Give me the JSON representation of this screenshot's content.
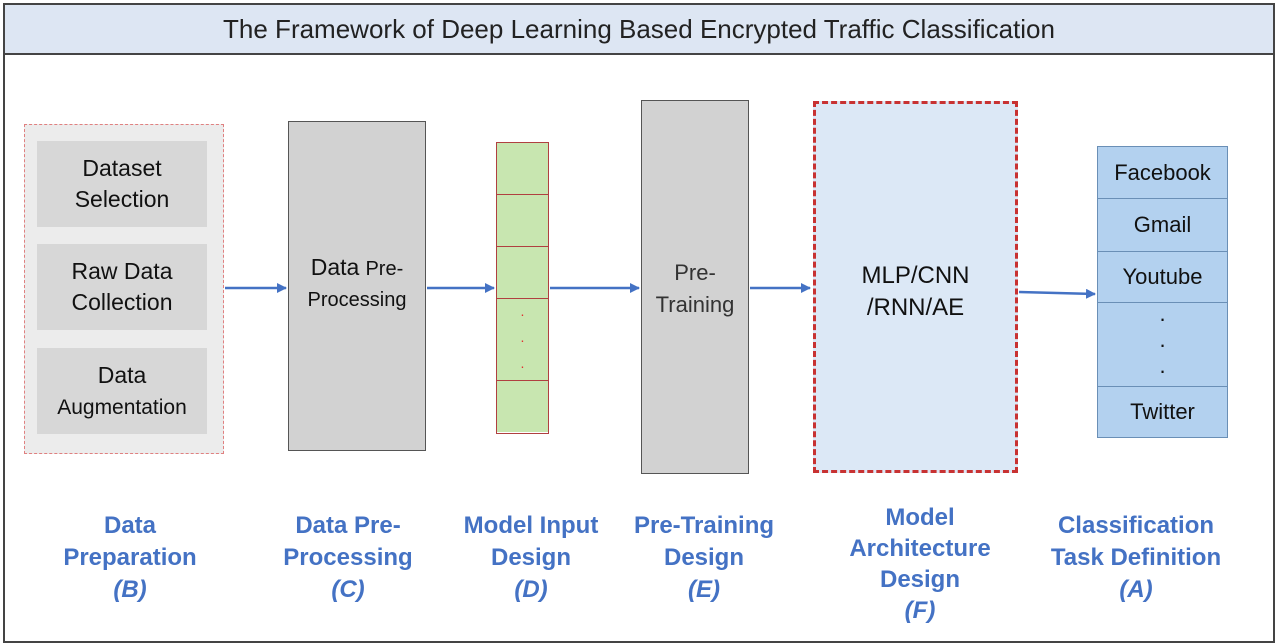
{
  "title": "The Framework of Deep Learning Based Encrypted Traffic Classification",
  "data_preparation": {
    "items": [
      {
        "line1": "Dataset",
        "line2": "Selection"
      },
      {
        "line1": "Raw Data",
        "line2": "Collection"
      },
      {
        "line1": "Data",
        "line2": "Augmentation"
      }
    ]
  },
  "preprocessing_box": {
    "line1_a": "Data",
    "line1_b": "Pre-",
    "line2": "Processing"
  },
  "model_input": {
    "dots": [
      "·",
      "·",
      "·"
    ]
  },
  "pretraining_box": {
    "line1": "Pre-",
    "line2": "Training"
  },
  "architecture_box": {
    "line1": "MLP/CNN",
    "line2": "/RNN/AE"
  },
  "classes": [
    "Facebook",
    "Gmail",
    "Youtube",
    "·",
    "·",
    "·",
    "Twitter"
  ],
  "stages": [
    {
      "lines": [
        "Data",
        "Preparation"
      ],
      "code": "(B)"
    },
    {
      "lines": [
        "Data Pre-",
        "Processing"
      ],
      "code": "(C)"
    },
    {
      "lines": [
        "Model Input",
        "Design"
      ],
      "code": "(D)"
    },
    {
      "lines": [
        "Pre-Training",
        "Design"
      ],
      "code": "(E)"
    },
    {
      "lines": [
        "Model",
        "Architecture",
        "Design"
      ],
      "code": "(F)"
    },
    {
      "lines": [
        "Classification",
        "Task Definition"
      ],
      "code": "(A)"
    }
  ],
  "colors": {
    "title_bg": "#dde6f3",
    "stage_label": "#4472c4",
    "arrow": "#4472c4",
    "gray_box": "#d2d2d2",
    "input_cells": "#c8e6b0",
    "architecture_bg": "#dce8f6",
    "architecture_border": "#c83232",
    "class_cells": "#b3d1ef"
  }
}
